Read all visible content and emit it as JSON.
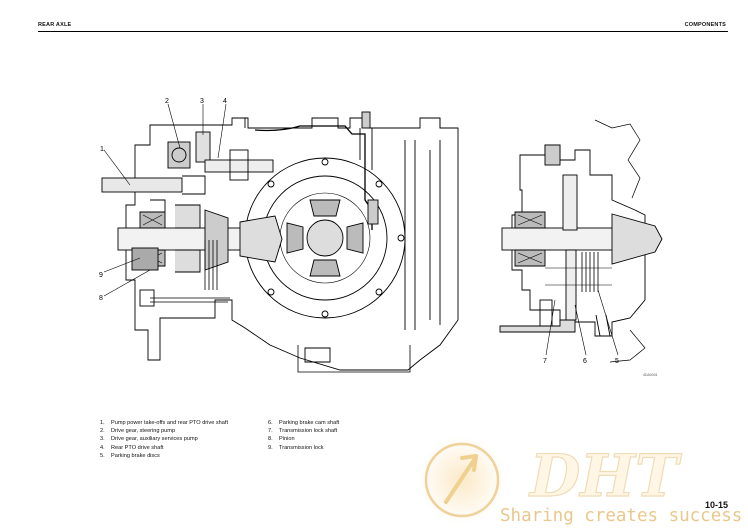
{
  "header": {
    "section_left": "REAR AXLE",
    "section_right": "COMPONENTS"
  },
  "diagram": {
    "callouts_left": [
      "1",
      "2",
      "3",
      "4",
      "9",
      "8"
    ],
    "callouts_right": [
      "7",
      "6",
      "5"
    ],
    "reference_code": "4DA0001"
  },
  "legend": {
    "column1": [
      {
        "num": "1.",
        "text": "Pump power take-offs and rear PTO drive shaft"
      },
      {
        "num": "2.",
        "text": "Drive gear, steering pump"
      },
      {
        "num": "3.",
        "text": "Drive gear, auxiliary services pump"
      },
      {
        "num": "4.",
        "text": "Rear PTO drive shaft"
      },
      {
        "num": "5.",
        "text": "Parking brake discs"
      }
    ],
    "column2": [
      {
        "num": "6.",
        "text": "Parking brake cam shaft"
      },
      {
        "num": "7.",
        "text": "Transmission lock shaft"
      },
      {
        "num": "8.",
        "text": "Pinion"
      },
      {
        "num": "9.",
        "text": "Transmission lock"
      }
    ]
  },
  "footer": {
    "page_number": "10-15"
  },
  "watermark": {
    "logo_text": "DHT",
    "tagline": "Sharing creates success",
    "color": "#e9c88b"
  }
}
